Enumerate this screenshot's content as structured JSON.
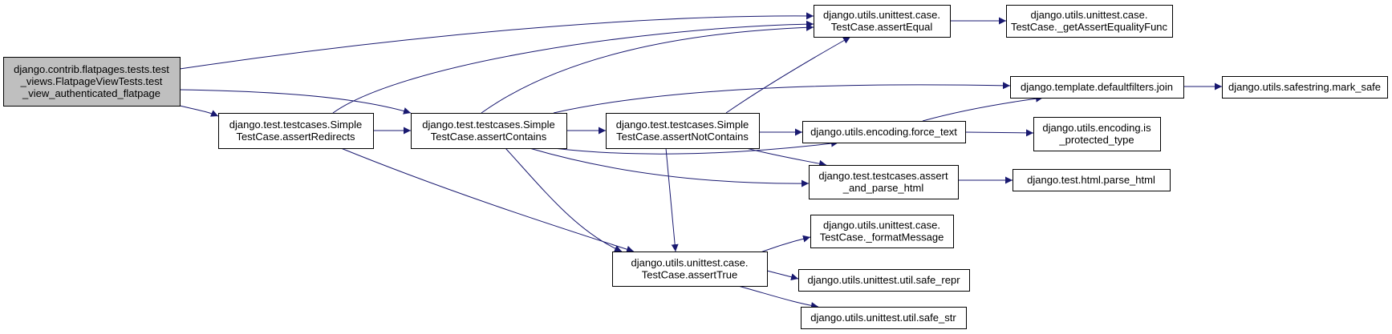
{
  "colors": {
    "edge": "#191970",
    "node_border": "#000000",
    "node_fill": "#ffffff",
    "root_fill": "#bfbfbf"
  },
  "nodes": [
    {
      "id": "root",
      "lines": [
        "django.contrib.flatpages.tests.test",
        "_views.FlatpageViewTests.test",
        "_view_authenticated_flatpage"
      ],
      "root": true
    },
    {
      "id": "assertRedirects",
      "lines": [
        "django.test.testcases.Simple",
        "TestCase.assertRedirects"
      ]
    },
    {
      "id": "assertContains",
      "lines": [
        "django.test.testcases.Simple",
        "TestCase.assertContains"
      ]
    },
    {
      "id": "assertNotContains",
      "lines": [
        "django.test.testcases.Simple",
        "TestCase.assertNotContains"
      ]
    },
    {
      "id": "assertTrue",
      "lines": [
        "django.utils.unittest.case.",
        "TestCase.assertTrue"
      ]
    },
    {
      "id": "assertEqual",
      "lines": [
        "django.utils.unittest.case.",
        "TestCase.assertEqual"
      ]
    },
    {
      "id": "getAssertEqualityFunc",
      "lines": [
        "django.utils.unittest.case.",
        "TestCase._getAssertEqualityFunc"
      ]
    },
    {
      "id": "join",
      "lines": [
        "django.template.defaultfilters.join"
      ]
    },
    {
      "id": "mark_safe",
      "lines": [
        "django.utils.safestring.mark_safe"
      ]
    },
    {
      "id": "force_text",
      "lines": [
        "django.utils.encoding.force_text"
      ]
    },
    {
      "id": "is_protected_type",
      "lines": [
        "django.utils.encoding.is",
        "_protected_type"
      ]
    },
    {
      "id": "assert_and_parse_html",
      "lines": [
        "django.test.testcases.assert",
        "_and_parse_html"
      ]
    },
    {
      "id": "parse_html",
      "lines": [
        "django.test.html.parse_html"
      ]
    },
    {
      "id": "formatMessage",
      "lines": [
        "django.utils.unittest.case.",
        "TestCase._formatMessage"
      ]
    },
    {
      "id": "safe_repr",
      "lines": [
        "django.utils.unittest.util.safe_repr"
      ]
    },
    {
      "id": "safe_str",
      "lines": [
        "django.utils.unittest.util.safe_str"
      ]
    }
  ],
  "edges": [
    {
      "from": "root",
      "to": "assertEqual"
    },
    {
      "from": "root",
      "to": "assertContains"
    },
    {
      "from": "root",
      "to": "assertRedirects"
    },
    {
      "from": "assertRedirects",
      "to": "assertEqual"
    },
    {
      "from": "assertRedirects",
      "to": "assertContains"
    },
    {
      "from": "assertRedirects",
      "to": "assertTrue"
    },
    {
      "from": "assertContains",
      "to": "assertEqual"
    },
    {
      "from": "assertContains",
      "to": "join"
    },
    {
      "from": "assertContains",
      "to": "assertNotContains"
    },
    {
      "from": "assertContains",
      "to": "force_text"
    },
    {
      "from": "assertContains",
      "to": "assert_and_parse_html"
    },
    {
      "from": "assertContains",
      "to": "assertTrue"
    },
    {
      "from": "assertNotContains",
      "to": "assertEqual"
    },
    {
      "from": "assertNotContains",
      "to": "force_text"
    },
    {
      "from": "assertNotContains",
      "to": "assert_and_parse_html"
    },
    {
      "from": "assertNotContains",
      "to": "assertTrue"
    },
    {
      "from": "assertEqual",
      "to": "getAssertEqualityFunc"
    },
    {
      "from": "join",
      "to": "mark_safe"
    },
    {
      "from": "force_text",
      "to": "join"
    },
    {
      "from": "force_text",
      "to": "is_protected_type"
    },
    {
      "from": "assert_and_parse_html",
      "to": "parse_html"
    },
    {
      "from": "assertTrue",
      "to": "formatMessage"
    },
    {
      "from": "assertTrue",
      "to": "safe_repr"
    },
    {
      "from": "assertTrue",
      "to": "safe_str"
    }
  ]
}
